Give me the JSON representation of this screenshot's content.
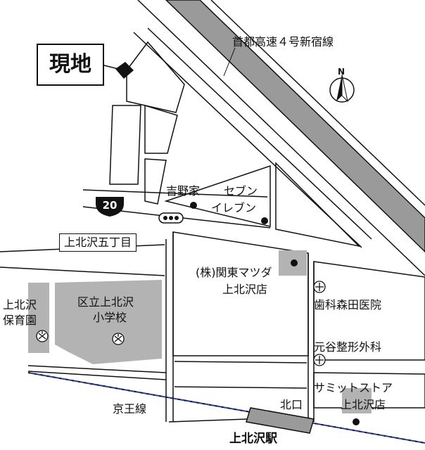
{
  "current_location": "現地",
  "expressway": "首都高速４号新宿線",
  "route_number": "20",
  "north_label": "N",
  "area": "上北沢五丁目",
  "landmarks": {
    "yoshinoya": "吉野家",
    "seven_eleven_1": "セブン",
    "seven_eleven_2": "イレブン",
    "kanto_mazda_1": "(株)関東マツダ",
    "kanto_mazda_2": "上北沢店",
    "dental": "歯科森田医院",
    "clinic": "元谷整形外科",
    "nursery_1": "上北沢",
    "nursery_2": "保育園",
    "school_1": "区立上北沢",
    "school_2": "小学校",
    "summit_1": "サミットストア",
    "summit_2": "上北沢店"
  },
  "railway": "京王線",
  "exit": "北口",
  "station": "上北沢駅",
  "colors": {
    "block_fill": "#b3b3b3",
    "line": "#111111",
    "rail_blue": "#2b3e8f"
  }
}
